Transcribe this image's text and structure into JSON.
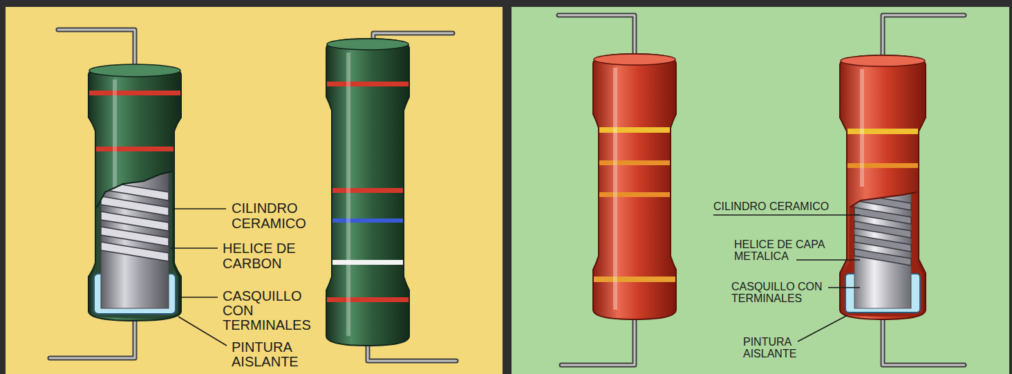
{
  "diagram": {
    "labels": [
      "CILINDRO CERAMICO",
      "HELICE DE CARBON",
      "CASQUILLO CON TERMINALES",
      "PINTURA AISLANTE",
      "CILINDRO CERAMICO",
      "HELICE DE CAPA METALICA",
      "CASQUILLO CON TERMINALES",
      "PINTURA AISLANTE"
    ]
  }
}
